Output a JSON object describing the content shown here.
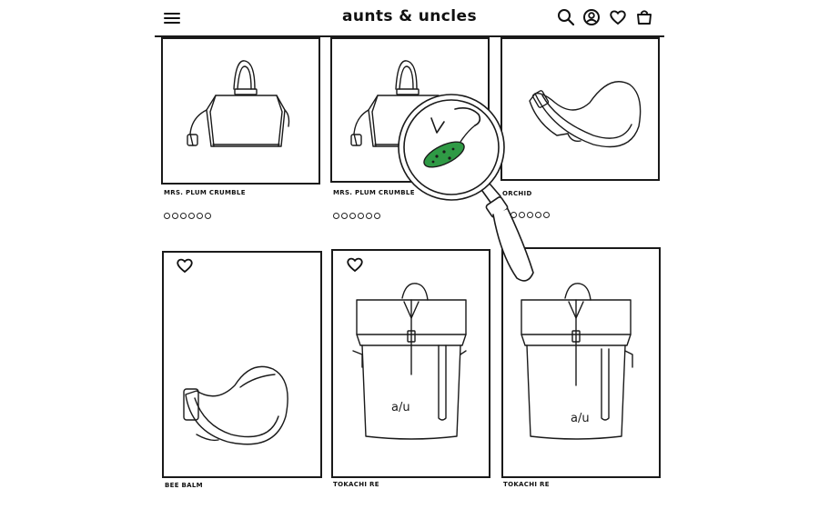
{
  "header": {
    "logo_text": "aunts & uncles",
    "icons": [
      "menu-icon",
      "search-icon",
      "account-icon",
      "heart-icon",
      "shopping-bag-icon"
    ]
  },
  "products": [
    {
      "name": "MRS. PLUM CRUMBLE",
      "swatch_count": 6,
      "image": "handbag"
    },
    {
      "name": "MRS. PLUM CRUMBLE",
      "swatch_count": 6,
      "image": "handbag"
    },
    {
      "name": "ORCHID",
      "swatch_count": 6,
      "image": "sling-bag"
    },
    {
      "name": "BEE BALM",
      "image": "sling-bag",
      "wishlist": true
    },
    {
      "name": "TOKACHI RE",
      "image": "backpack",
      "wishlist": true,
      "bag_mark": "a/u"
    },
    {
      "name": "TOKACHI RE",
      "image": "backpack",
      "bag_mark": "a/u"
    }
  ],
  "overlay": {
    "icons": [
      "magnifier-icon",
      "pickle-keychain-icon"
    ],
    "pickle_color": "#2f9a45"
  }
}
